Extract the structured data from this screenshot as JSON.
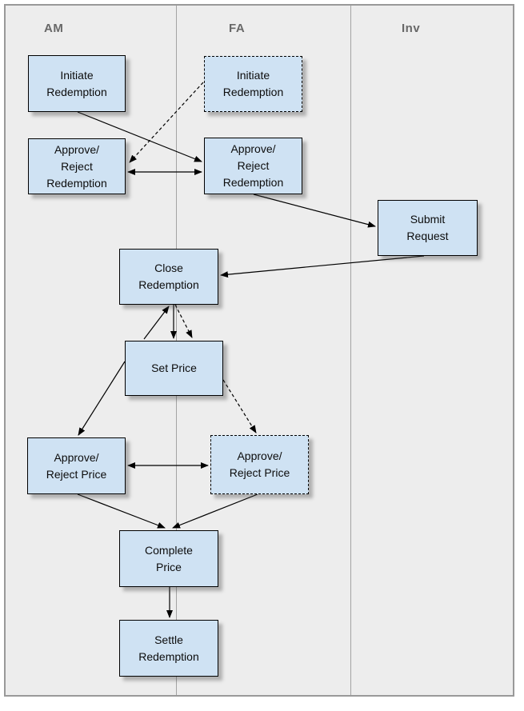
{
  "diagram_type": "swimlane-flowchart",
  "lanes": [
    {
      "label": "AM"
    },
    {
      "label": "FA"
    },
    {
      "label": "Inv"
    }
  ],
  "nodes": [
    {
      "id": "am-initiate-redemption",
      "lane": "AM",
      "label": "Initiate\nRedemption",
      "border": "solid"
    },
    {
      "id": "fa-initiate-redemption",
      "lane": "FA",
      "label": "Initiate\nRedemption",
      "border": "dashed"
    },
    {
      "id": "am-approve-reject-redemption",
      "lane": "AM",
      "label": "Approve/\nReject\nRedemption",
      "border": "solid"
    },
    {
      "id": "fa-approve-reject-redemption",
      "lane": "FA",
      "label": "Approve/\nReject\nRedemption",
      "border": "solid"
    },
    {
      "id": "inv-submit-request",
      "lane": "Inv",
      "label": "Submit\nRequest",
      "border": "solid"
    },
    {
      "id": "close-redemption",
      "lane": "AM/FA",
      "label": "Close\nRedemption",
      "border": "solid"
    },
    {
      "id": "set-price",
      "lane": "AM/FA",
      "label": "Set Price",
      "border": "solid"
    },
    {
      "id": "am-approve-reject-price",
      "lane": "AM",
      "label": "Approve/\nReject Price",
      "border": "solid"
    },
    {
      "id": "fa-approve-reject-price",
      "lane": "FA",
      "label": "Approve/\nReject Price",
      "border": "dashed"
    },
    {
      "id": "complete-price",
      "lane": "AM/FA",
      "label": "Complete\nPrice",
      "border": "solid"
    },
    {
      "id": "settle-redemption",
      "lane": "AM/FA",
      "label": "Settle\nRedemption",
      "border": "solid"
    }
  ],
  "edges": [
    {
      "from": "am-initiate-redemption",
      "to": "fa-approve-reject-redemption",
      "style": "solid",
      "direction": "one-way"
    },
    {
      "from": "fa-initiate-redemption",
      "to": "am-approve-reject-redemption",
      "style": "dashed",
      "direction": "one-way"
    },
    {
      "from": "am-approve-reject-redemption",
      "to": "fa-approve-reject-redemption",
      "style": "solid",
      "direction": "two-way"
    },
    {
      "from": "fa-approve-reject-redemption",
      "to": "inv-submit-request",
      "style": "solid",
      "direction": "one-way"
    },
    {
      "from": "inv-submit-request",
      "to": "close-redemption",
      "style": "solid",
      "direction": "one-way"
    },
    {
      "from": "set-price",
      "to": "close-redemption",
      "style": "solid",
      "direction": "one-way"
    },
    {
      "from": "close-redemption",
      "to": "set-price",
      "style": "solid",
      "direction": "one-way"
    },
    {
      "from": "close-redemption",
      "to": "set-price",
      "style": "dashed",
      "direction": "one-way"
    },
    {
      "from": "set-price",
      "to": "am-approve-reject-price",
      "style": "solid",
      "direction": "one-way"
    },
    {
      "from": "set-price",
      "to": "fa-approve-reject-price",
      "style": "dashed",
      "direction": "one-way"
    },
    {
      "from": "am-approve-reject-price",
      "to": "fa-approve-reject-price",
      "style": "solid",
      "direction": "two-way"
    },
    {
      "from": "am-approve-reject-price",
      "to": "complete-price",
      "style": "solid",
      "direction": "one-way"
    },
    {
      "from": "fa-approve-reject-price",
      "to": "complete-price",
      "style": "solid",
      "direction": "one-way"
    },
    {
      "from": "complete-price",
      "to": "settle-redemption",
      "style": "solid",
      "direction": "one-way"
    }
  ],
  "colors": {
    "node_fill": "#cfe2f3",
    "node_border": "#000000",
    "background": "#ededed",
    "frame_border": "#999999",
    "lane_line": "#a3a3a3",
    "header_text": "#686868",
    "edge": "#000000"
  }
}
